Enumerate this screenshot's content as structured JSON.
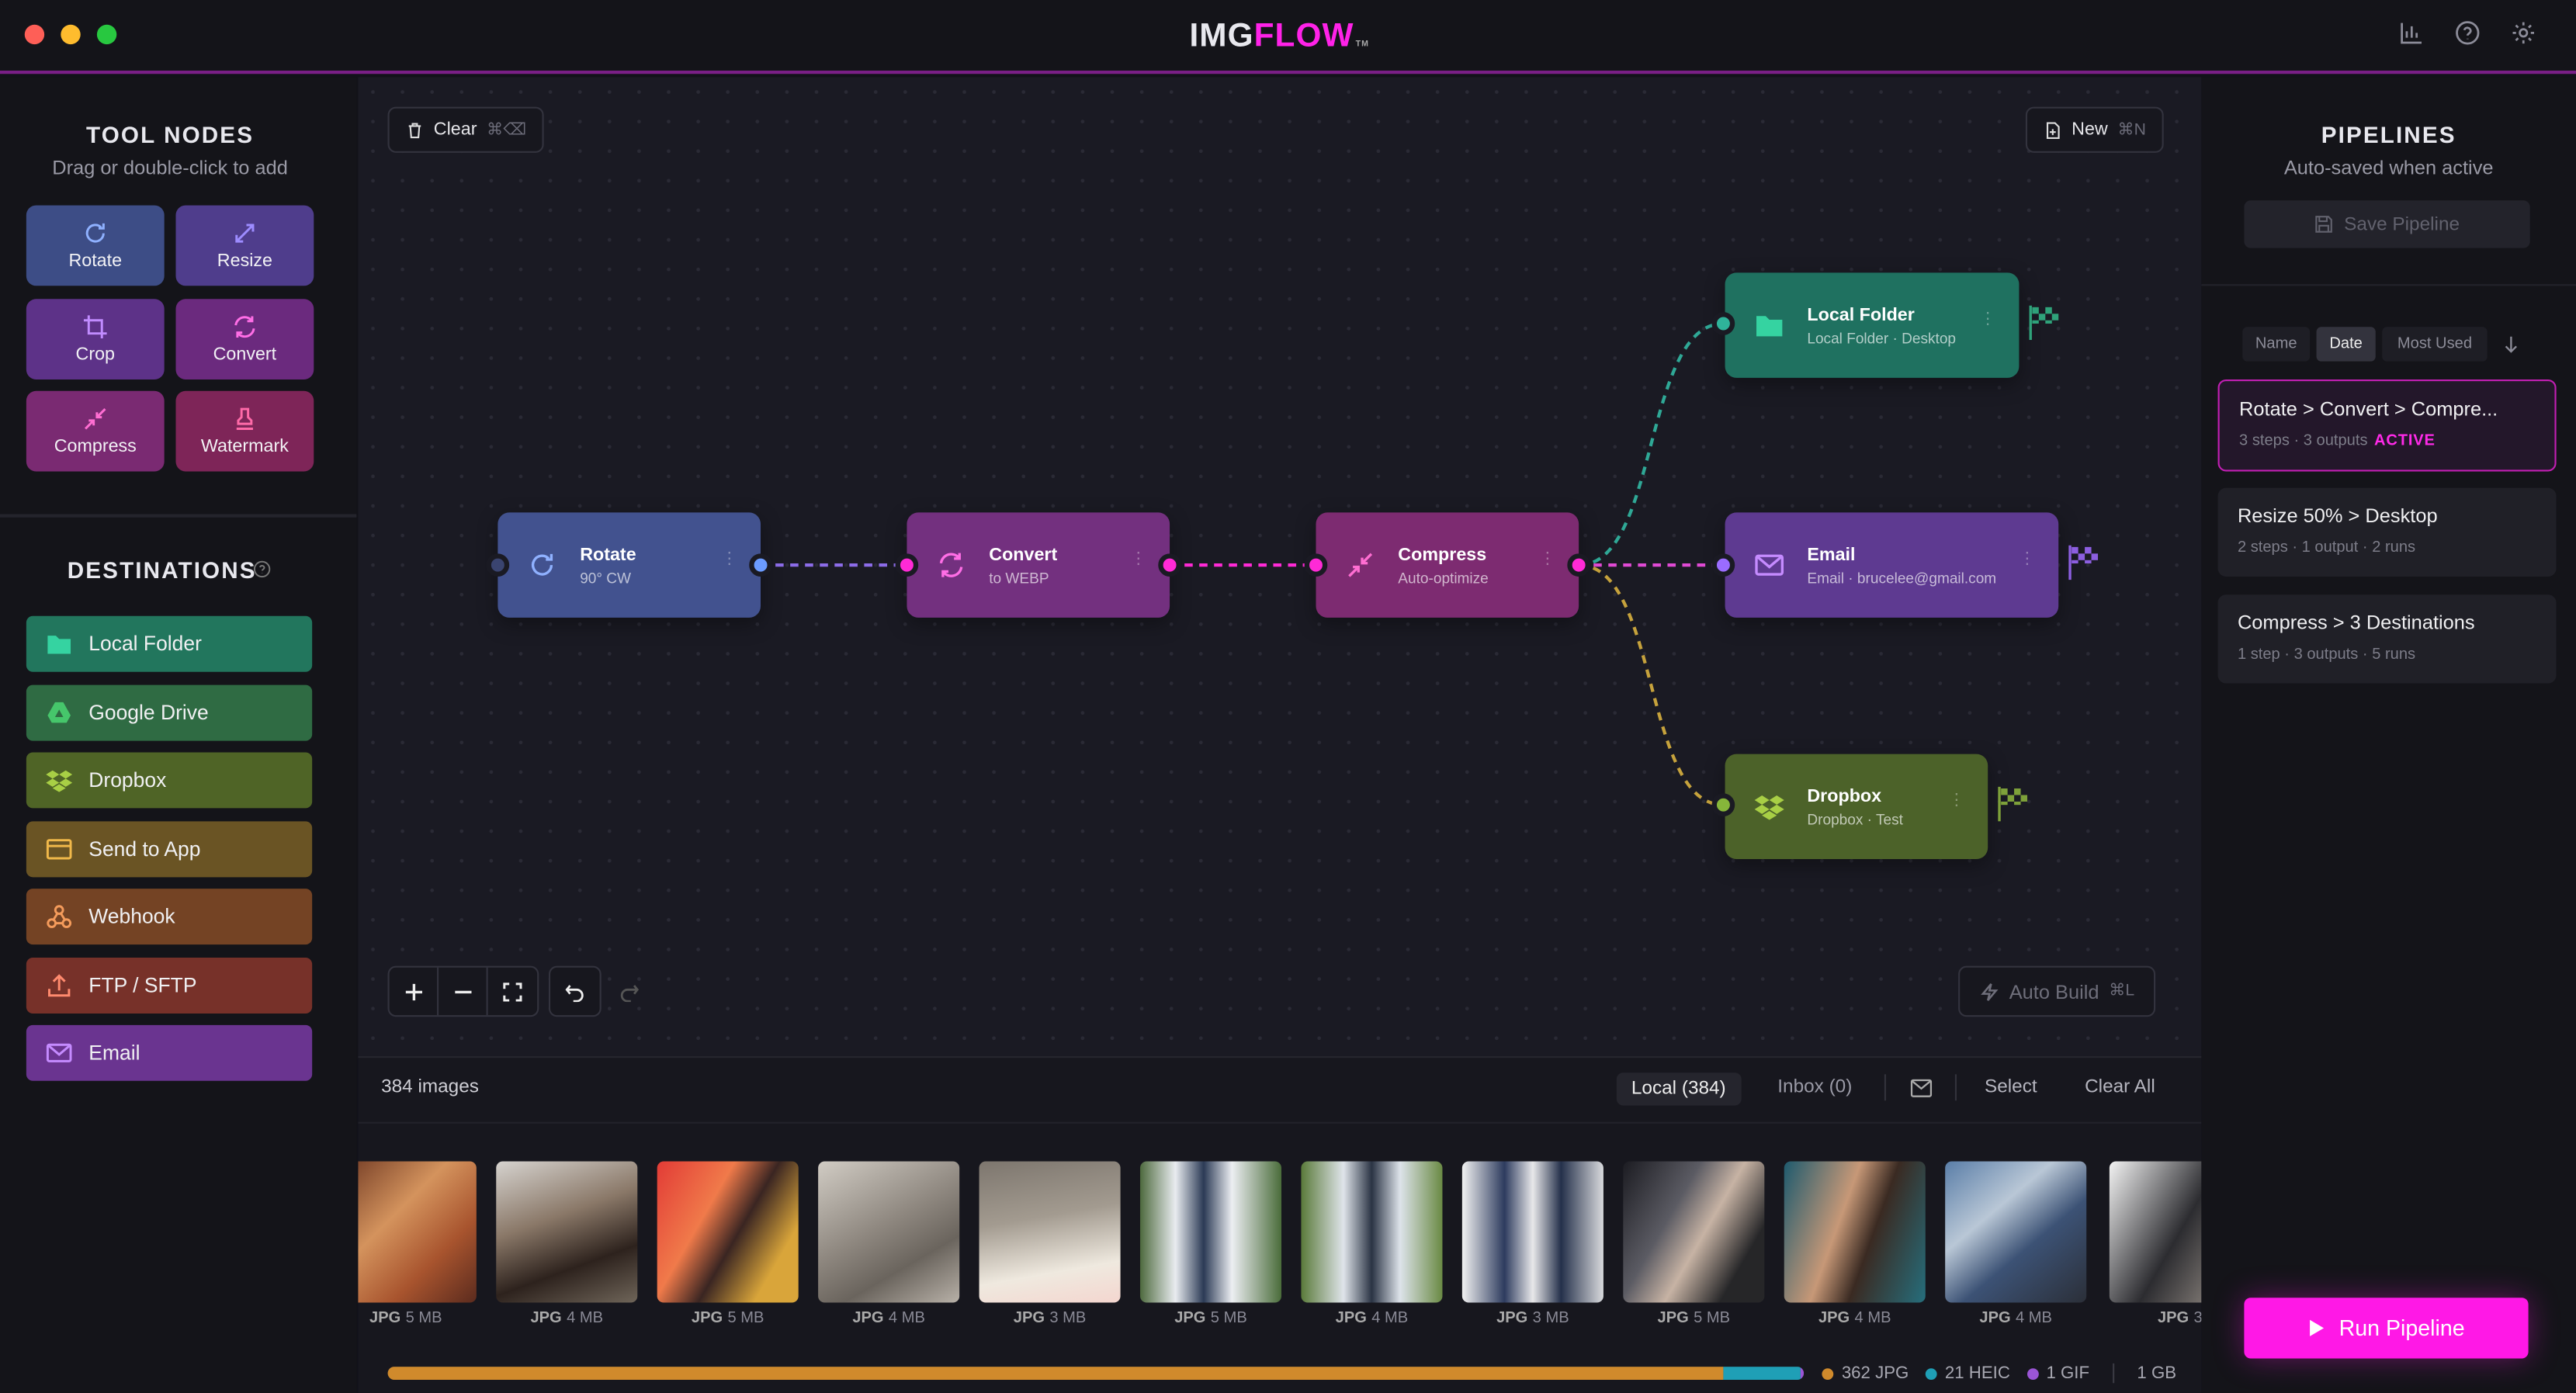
{
  "window": {
    "logo_a": "IMG",
    "logo_b": "FLOW",
    "logo_tm": "TM"
  },
  "left": {
    "tools_title": "TOOL NODES",
    "tools_sub": "Drag or double-click to add",
    "tools": [
      {
        "label": "Rotate",
        "icon": "rotate-icon",
        "color": "#3d4d86"
      },
      {
        "label": "Resize",
        "icon": "resize-icon",
        "color": "#4f3d8c"
      },
      {
        "label": "Crop",
        "icon": "crop-icon",
        "color": "#5d3288"
      },
      {
        "label": "Convert",
        "icon": "convert-icon",
        "color": "#6b2a7e"
      },
      {
        "label": "Compress",
        "icon": "compress-icon",
        "color": "#7a2a72"
      },
      {
        "label": "Watermark",
        "icon": "watermark-icon",
        "color": "#7e2558"
      }
    ],
    "dest_title": "DESTINATIONS",
    "destinations": [
      {
        "label": "Local Folder",
        "icon": "folder-icon",
        "color": "#22765d"
      },
      {
        "label": "Google Drive",
        "icon": "drive-icon",
        "color": "#2f6b43"
      },
      {
        "label": "Dropbox",
        "icon": "dropbox-icon",
        "color": "#4f6426"
      },
      {
        "label": "Send to App",
        "icon": "app-window-icon",
        "color": "#6a5424"
      },
      {
        "label": "Webhook",
        "icon": "webhook-icon",
        "color": "#744324"
      },
      {
        "label": "FTP / SFTP",
        "icon": "upload-icon",
        "color": "#773129"
      },
      {
        "label": "Email",
        "icon": "mail-icon",
        "color": "#6a3490"
      }
    ]
  },
  "canvas": {
    "clear_label": "Clear",
    "clear_key": "⌘⌫",
    "new_label": "New",
    "new_key": "⌘N",
    "autobuild_label": "Auto Build",
    "autobuild_key": "⌘L",
    "nodes": [
      {
        "title": "Rotate",
        "sub": "90° CW",
        "color": "#42528f"
      },
      {
        "title": "Convert",
        "sub": "to WEBP",
        "color": "#73307f"
      },
      {
        "title": "Compress",
        "sub": "Auto-optimize",
        "color": "#7d2b71"
      },
      {
        "title": "Local Folder",
        "sub": "Local Folder · Desktop",
        "color": "#1f7160"
      },
      {
        "title": "Email",
        "sub": "Email · brucelee@gmail.com",
        "color": "#5e3a91"
      },
      {
        "title": "Dropbox",
        "sub": "Dropbox · Test",
        "color": "#4c6229"
      }
    ]
  },
  "tray": {
    "count": "384 images",
    "local_tab": "Local (384)",
    "inbox_tab": "Inbox (0)",
    "select": "Select",
    "clear_all": "Clear All",
    "thumbs": [
      {
        "fmt": "JPG",
        "size": "5 MB"
      },
      {
        "fmt": "JPG",
        "size": "4 MB"
      },
      {
        "fmt": "JPG",
        "size": "5 MB"
      },
      {
        "fmt": "JPG",
        "size": "4 MB"
      },
      {
        "fmt": "JPG",
        "size": "3 MB"
      },
      {
        "fmt": "JPG",
        "size": "5 MB"
      },
      {
        "fmt": "JPG",
        "size": "4 MB"
      },
      {
        "fmt": "JPG",
        "size": "3 MB"
      },
      {
        "fmt": "JPG",
        "size": "5 MB"
      },
      {
        "fmt": "JPG",
        "size": "4 MB"
      },
      {
        "fmt": "JPG",
        "size": "4 MB"
      },
      {
        "fmt": "JPG",
        "size": "3"
      }
    ],
    "storage": {
      "jpg_label": "362 JPG",
      "heic_label": "21 HEIC",
      "gif_label": "1 GIF",
      "total": "1 GB",
      "jpg_fraction": 0.943,
      "heic_fraction": 0.055,
      "gif_fraction": 0.002,
      "jpg_color": "#d08a2c",
      "heic_color": "#1f9fb6",
      "gif_color": "#9b55d6"
    }
  },
  "right": {
    "title": "PIPELINES",
    "sub": "Auto-saved when active",
    "save_label": "Save Pipeline",
    "sort": [
      "Name",
      "Date",
      "Most Used"
    ],
    "pipelines": [
      {
        "title": "Rotate > Convert > Compre...",
        "meta": "3 steps · 3 outputs",
        "badge": "ACTIVE"
      },
      {
        "title": "Resize 50% > Desktop",
        "meta": "2 steps · 1 output · 2 runs",
        "badge": ""
      },
      {
        "title": "Compress > 3 Destinations",
        "meta": "1 step · 3 outputs · 5 runs",
        "badge": ""
      }
    ],
    "run_label": "Run Pipeline",
    "accent": "#ff18e6"
  }
}
